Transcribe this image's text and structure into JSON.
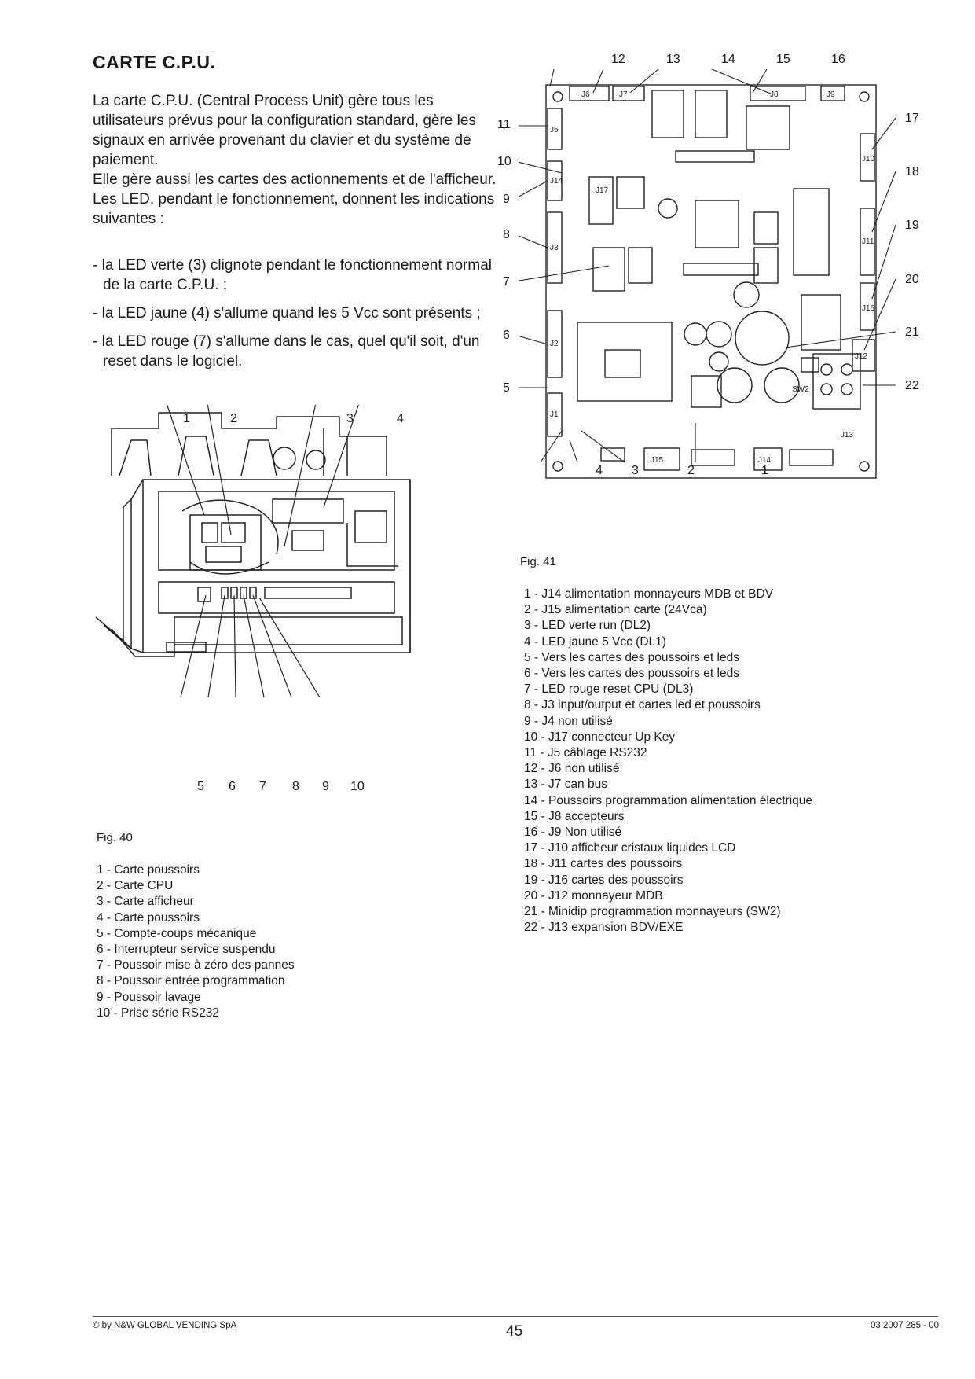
{
  "title": "CARTE C.P.U.",
  "intro_paragraphs": [
    "La carte C.P.U. (Central Process Unit) gère tous les utilisateurs prévus pour la configuration standard, gère les signaux en arrivée provenant du clavier et du système de paiement.",
    "Elle gère aussi les cartes des actionnements et de l'afficheur.",
    "Les LED, pendant le fonctionnement, donnent les indications suivantes :"
  ],
  "bullets": [
    "- la LED verte (3) clignote pendant le fonctionnement normal de la carte C.P.U. ;",
    "- la LED jaune (4) s'allume quand les 5 Vcc sont présents ;",
    "- la LED rouge (7) s'allume dans le cas, quel qu'il soit, d'un reset dans le logiciel."
  ],
  "fig40": {
    "caption": "Fig. 40",
    "callouts_top": [
      "1",
      "2",
      "3",
      "4"
    ],
    "callouts_bottom": [
      "5",
      "6",
      "7",
      "8",
      "9",
      "10"
    ],
    "legend": [
      "1   - Carte poussoirs",
      "2   - Carte CPU",
      "3   - Carte afficheur",
      "4   - Carte poussoirs",
      "5   - Compte-coups mécanique",
      "6   - Interrupteur service suspendu",
      "7   - Poussoir mise à zéro des pannes",
      "8   - Poussoir entrée programmation",
      "9   - Poussoir lavage",
      "10 - Prise série RS232"
    ]
  },
  "fig41": {
    "caption": "Fig. 41",
    "callouts_top": [
      "12",
      "13",
      "14",
      "15",
      "16"
    ],
    "callouts_left": [
      "11",
      "10",
      "9",
      "8",
      "7",
      "6",
      "5"
    ],
    "callouts_right": [
      "17",
      "18",
      "19",
      "20",
      "21",
      "22"
    ],
    "callouts_bottom": [
      "4",
      "3",
      "2",
      "1"
    ],
    "connector_labels": [
      "J6",
      "J7",
      "J8",
      "J9",
      "J5",
      "J14",
      "J17",
      "J3",
      "J2",
      "J1",
      "J10",
      "J11",
      "J16",
      "J12",
      "SW2",
      "J13",
      "J15",
      "J14"
    ],
    "legend": [
      "1   - J14 alimentation monnayeurs MDB et BDV",
      "2   - J15 alimentation carte (24Vca)",
      "3   - LED verte run  (DL2)",
      "4   - LED jaune 5 Vcc (DL1)",
      "5   - Vers les cartes des poussoirs et leds",
      "6   - Vers les cartes des poussoirs et leds",
      "7   - LED rouge reset CPU (DL3)",
      "8   - J3 input/output et cartes led et poussoirs",
      "9   - J4 non utilisé",
      "10 - J17 connecteur Up Key",
      "11 - J5 câblage RS232",
      "12 - J6 non utilisé",
      "13 - J7 can bus",
      "14 - Poussoirs programmation alimentation électrique",
      "15 - J8 accepteurs",
      "16 - J9 Non utilisé",
      "17 - J10 afficheur cristaux liquides LCD",
      "18 - J11 cartes des poussoirs",
      "19 - J16  cartes des poussoirs",
      "20 - J12 monnayeur MDB",
      "21 - Minidip programmation monnayeurs (SW2)",
      "22 - J13 expansion BDV/EXE"
    ]
  },
  "footer": {
    "copyright": "© by N&W GLOBAL VENDING SpA",
    "page_number": "45",
    "doc_code": "03 2007 285 - 00"
  }
}
